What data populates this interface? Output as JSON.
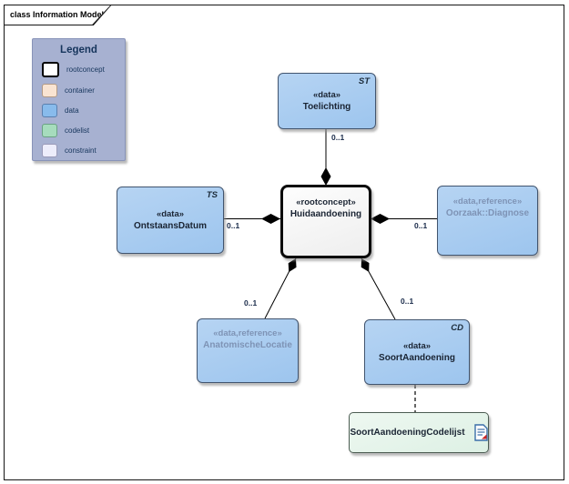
{
  "diagram": {
    "tab_label": "class Information Model"
  },
  "legend": {
    "title": "Legend",
    "items": [
      {
        "label": "rootconcept",
        "fill": "#ffffff",
        "border": "#000000"
      },
      {
        "label": "container",
        "fill": "#f9e4d2",
        "border": "#b29a85"
      },
      {
        "label": "data",
        "fill": "#88bbec",
        "border": "#5a7fae"
      },
      {
        "label": "codelist",
        "fill": "#a6dcbd",
        "border": "#6aa183"
      },
      {
        "label": "constraint",
        "fill": "#ededfb",
        "border": "#9a9ab8"
      }
    ]
  },
  "nodes": {
    "toelichting": {
      "stereotype": "«data»",
      "name": "Toelichting",
      "type_marker": "ST"
    },
    "huidaandoening": {
      "stereotype": "«rootconcept»",
      "name": "Huidaandoening"
    },
    "ontstaansdatum": {
      "stereotype": "«data»",
      "name": "OntstaansDatum",
      "type_marker": "TS"
    },
    "diagnose": {
      "stereotype": "«data,reference»",
      "name": "Oorzaak::Diagnose"
    },
    "anatomischelocatie": {
      "stereotype": "«data,reference»",
      "name": "AnatomischeLocatie"
    },
    "soortaandoening": {
      "stereotype": "«data»",
      "name": "SoortAandoening",
      "type_marker": "CD"
    },
    "codelijst": {
      "name": "SoortAandoeningCodelijst"
    }
  },
  "connections": {
    "toelichting": {
      "multiplicity": "0..1",
      "type": "composition"
    },
    "ontstaansdatum": {
      "multiplicity": "0..1",
      "type": "composition"
    },
    "diagnose": {
      "multiplicity": "0..1",
      "type": "composition"
    },
    "anatomischelocatie": {
      "multiplicity": "0..1",
      "type": "composition"
    },
    "soortaandoening": {
      "multiplicity": "0..1",
      "type": "composition"
    },
    "codelijst_link": {
      "type": "dashed-dependency"
    }
  },
  "colors": {
    "data_fill": "#a8cbf0",
    "data_border": "#41546e",
    "root_fill": "#f6f6f6",
    "root_border": "#0a0a0a",
    "codelist_fill": "#e4f3ea",
    "legend_bg": "#a7b1d1",
    "muted_text": "#7e93b5",
    "text": "#1a2433"
  }
}
